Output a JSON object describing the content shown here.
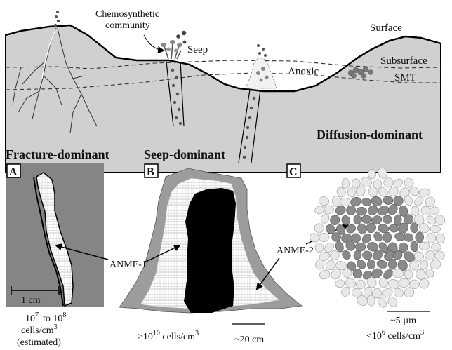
{
  "labels": {
    "chemo_line1": "Chemosynthetic",
    "chemo_line2": "community",
    "seep": "Seep",
    "surface": "Surface",
    "subsurface": "Subsurface",
    "anoxic": "Anoxic",
    "smt": "SMT",
    "fracture": "Fracture-dominant",
    "seep_dominant": "Seep-dominant",
    "diffusion": "Diffusion-dominant"
  },
  "panels": {
    "a": {
      "letter": "A",
      "scale": "1 cm",
      "density_base1": "10",
      "density_exp1": "7",
      "density_to": "to 10",
      "density_exp2": "8",
      "density_unit": "cells/cm",
      "density_unit_exp": "3",
      "note": "(estimated)"
    },
    "b": {
      "letter": "B",
      "density_prefix": ">10",
      "density_exp": "10",
      "density_unit": " cells/cm",
      "density_unit_exp": "3",
      "scale": "~20 cm"
    },
    "c": {
      "letter": "C",
      "scale": "~5 µm",
      "density_prefix": "<10",
      "density_exp": "6",
      "density_unit": " cells/cm",
      "density_unit_exp": "3"
    }
  },
  "callouts": {
    "anme1": "ANME-1",
    "anme2": "ANME-2"
  }
}
